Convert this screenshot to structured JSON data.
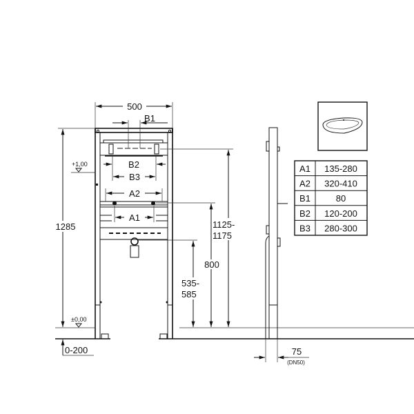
{
  "dimensions": {
    "width": "500",
    "b1": "B1",
    "b2": "B2",
    "b3": "B3",
    "a2": "A2",
    "a1": "A1",
    "height_total": "1285",
    "level_plus": "+1,00",
    "level_zero": "±0,00",
    "floor_range": "0-200",
    "h_top_1": "1125-",
    "h_top_2": "1175",
    "h_mid": "800",
    "h_low_1": "535-",
    "h_low_2": "585",
    "depth": "75",
    "depth_note": "(DN50)"
  },
  "table": {
    "rows": [
      {
        "key": "A1",
        "value": "135-280"
      },
      {
        "key": "A2",
        "value": "320-410"
      },
      {
        "key": "B1",
        "value": "80"
      },
      {
        "key": "B2",
        "value": "120-200"
      },
      {
        "key": "B3",
        "value": "280-300"
      }
    ]
  }
}
